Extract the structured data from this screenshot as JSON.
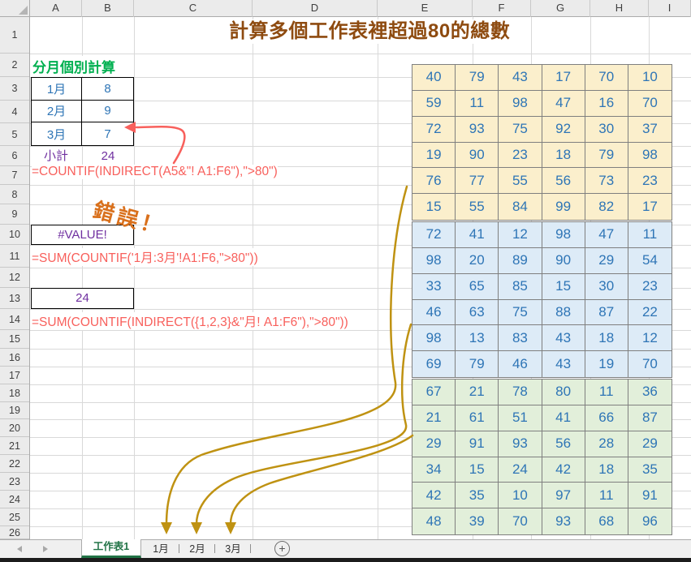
{
  "title": "計算多個工作表裡超過80的總數",
  "colors": {
    "title_brown": "#8E4B10",
    "section_green": "#00B050",
    "cell_blue": "#2E75B6",
    "result_purple": "#7030A0",
    "formula_red": "#F8605C",
    "error_orange": "#D9701C",
    "arrow_gold": "#BF9212",
    "arrow_red": "#F8605C",
    "tab_green": "#217346",
    "sheet1_fill": "#FBEFCC",
    "sheet2_fill": "#DDEBF7",
    "sheet3_fill": "#E2EFDA"
  },
  "grid": {
    "column_headers": [
      "A",
      "B",
      "C",
      "D",
      "E",
      "F",
      "G",
      "H",
      "I"
    ],
    "row_headers": [
      "1",
      "2",
      "3",
      "4",
      "5",
      "6",
      "7",
      "8",
      "9",
      "10",
      "11",
      "12",
      "13",
      "14",
      "15",
      "16",
      "17",
      "18",
      "19",
      "20",
      "21",
      "22",
      "23",
      "24",
      "25",
      "26"
    ]
  },
  "summary": {
    "heading": "分月個別計算",
    "months": [
      {
        "label": "1月",
        "value": "8"
      },
      {
        "label": "2月",
        "value": "9"
      },
      {
        "label": "3月",
        "value": "7"
      }
    ],
    "subtotal_label": "小計",
    "subtotal_value": "24"
  },
  "formulas": {
    "countif_indirect": "=COUNTIF(INDIRECT(A5&\"! A1:F6\"),\">80\")",
    "error_annotation": "錯誤！",
    "error_result": "#VALUE!",
    "sum_countif_range": "=SUM(COUNTIF('1月:3月'!A1:F6,\">80\"))",
    "correct_result": "24",
    "sum_countif_indirect": "=SUM(COUNTIF(INDIRECT({1,2,3}&\"月! A1:F6\"),\">80\"))"
  },
  "month_sheets": [
    {
      "sheet": "1月",
      "fill_key": "sheet1_fill",
      "rows": [
        [
          40,
          79,
          43,
          17,
          70,
          10
        ],
        [
          59,
          11,
          98,
          47,
          16,
          70
        ],
        [
          72,
          93,
          75,
          92,
          30,
          37
        ],
        [
          19,
          90,
          23,
          18,
          79,
          98
        ],
        [
          76,
          77,
          55,
          56,
          73,
          23
        ],
        [
          15,
          55,
          84,
          99,
          82,
          17
        ]
      ]
    },
    {
      "sheet": "2月",
      "fill_key": "sheet2_fill",
      "rows": [
        [
          72,
          41,
          12,
          98,
          47,
          11
        ],
        [
          98,
          20,
          89,
          90,
          29,
          54
        ],
        [
          33,
          65,
          85,
          15,
          30,
          23
        ],
        [
          46,
          63,
          75,
          88,
          87,
          22
        ],
        [
          98,
          13,
          83,
          43,
          18,
          12
        ],
        [
          69,
          79,
          46,
          43,
          19,
          70
        ]
      ]
    },
    {
      "sheet": "3月",
      "fill_key": "sheet3_fill",
      "rows": [
        [
          67,
          21,
          78,
          80,
          11,
          36
        ],
        [
          21,
          61,
          51,
          41,
          66,
          87
        ],
        [
          29,
          91,
          93,
          56,
          28,
          29
        ],
        [
          34,
          15,
          24,
          42,
          18,
          35
        ],
        [
          42,
          35,
          10,
          97,
          11,
          91
        ],
        [
          48,
          39,
          70,
          93,
          68,
          96
        ]
      ]
    }
  ],
  "sheet_tabs": {
    "tabs": [
      {
        "label": "工作表1",
        "active": true
      },
      {
        "label": "1月",
        "active": false
      },
      {
        "label": "2月",
        "active": false
      },
      {
        "label": "3月",
        "active": false
      }
    ],
    "add_button_label": "+"
  },
  "icons": {
    "nav_left": "left-triangle",
    "nav_right": "right-triangle",
    "add_sheet": "plus-circle",
    "select_all": "corner-triangle"
  }
}
